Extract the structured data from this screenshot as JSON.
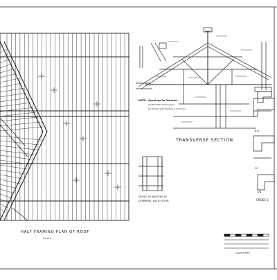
{
  "sheet": {
    "plan_title": "HALF FRAMING PLAN OF ROOF",
    "plan_scale": "Scale",
    "section_title": "TRANSVERSE SECTION",
    "detail_title_line1": "DETAIL OF RAFTERS AT",
    "detail_title_line2": "DORMERS, EACH FLOOR",
    "note_line1": "NOTE - Openings for Dormers",
    "note_line2": "Central Plate Framings to",
    "note_line3": "be framed with headers & trimmers",
    "right_label_1": "B.B.",
    "right_label_2": "CC",
    "right_label_3": "DD",
    "bottom_right_label": "CROSS S",
    "scale_caption": "SCALE IN FEET"
  }
}
